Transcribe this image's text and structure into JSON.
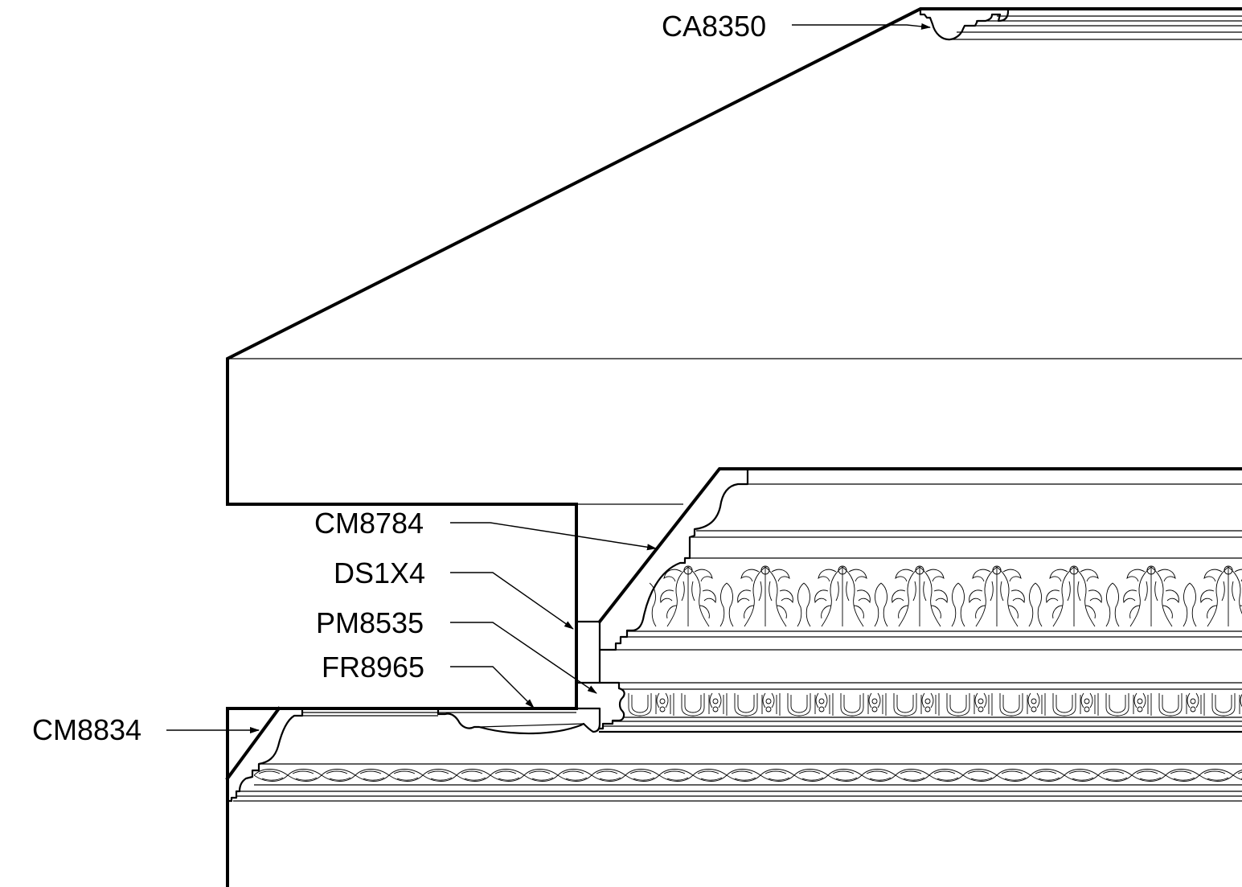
{
  "callouts": [
    {
      "id": "ca8350",
      "label": "CA8350"
    },
    {
      "id": "cm8784",
      "label": "CM8784"
    },
    {
      "id": "ds1x4",
      "label": "DS1X4"
    },
    {
      "id": "pm8535",
      "label": "PM8535"
    },
    {
      "id": "fr8965",
      "label": "FR8965"
    },
    {
      "id": "cm8834",
      "label": "CM8834"
    }
  ],
  "colors": {
    "line": "#000000",
    "background": "#ffffff"
  }
}
